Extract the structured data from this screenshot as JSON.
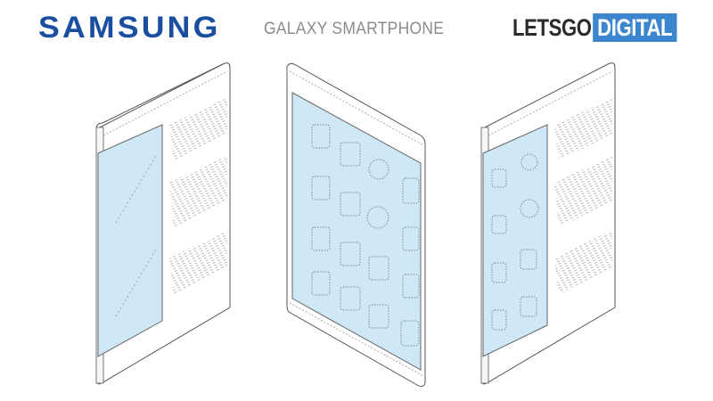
{
  "header": {
    "brand_left": "SAMSUNG",
    "title": "GALAXY SMARTPHONE",
    "brand_right_dark": "LETSGO",
    "brand_right_highlight": "DIGITAL"
  },
  "colors": {
    "samsung_blue": "#1a4fa0",
    "title_gray": "#8c8c8c",
    "letsgo_dark": "#2b2b2b",
    "digital_blue": "#3b86cc",
    "screen_fill": "#cfe8f7",
    "line": "#555555"
  },
  "figures": [
    {
      "name": "left-side-view",
      "description": "Phone side view with narrow edge display (blank)"
    },
    {
      "name": "front-view",
      "description": "Phone front view with full display showing app icon grid"
    },
    {
      "name": "right-side-view",
      "description": "Phone side view with edge display showing two columns of icons"
    }
  ]
}
